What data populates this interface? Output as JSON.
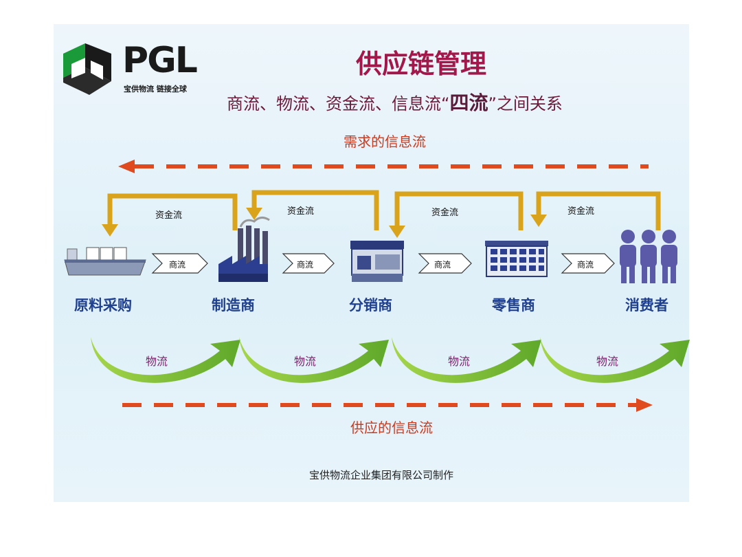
{
  "logo": {
    "brand": "PGL",
    "tagline": "宝供物流 链接全球"
  },
  "title": "供应链管理",
  "subtitle": {
    "prefix": "商流、物流、资金流、信息流“",
    "emphasis": "四流",
    "suffix": "”之间关系"
  },
  "demand_info_label": "需求的信息流",
  "supply_info_label": "供应的信息流",
  "nodes": [
    {
      "label": "原料采购",
      "icon": "cargo-ship-icon"
    },
    {
      "label": "制造商",
      "icon": "factory-icon"
    },
    {
      "label": "分销商",
      "icon": "warehouse-icon"
    },
    {
      "label": "零售商",
      "icon": "store-building-icon"
    },
    {
      "label": "消费者",
      "icon": "people-group-icon"
    }
  ],
  "capital_flow_labels": [
    "资金流",
    "资金流",
    "资金流",
    "资金流"
  ],
  "commerce_flow_labels": [
    "商流",
    "商流",
    "商流",
    "商流"
  ],
  "logistics_flow_labels": [
    "物流",
    "物流",
    "物流",
    "物流"
  ],
  "footer": "宝供物流企业集团有限公司制作",
  "colors": {
    "title": "#a3184a",
    "node_label": "#1f3f8f",
    "info_arrow": "#e04a1f",
    "capital_arrow": "#d9a41b",
    "logistics_arrow": "#7fbf2a"
  }
}
